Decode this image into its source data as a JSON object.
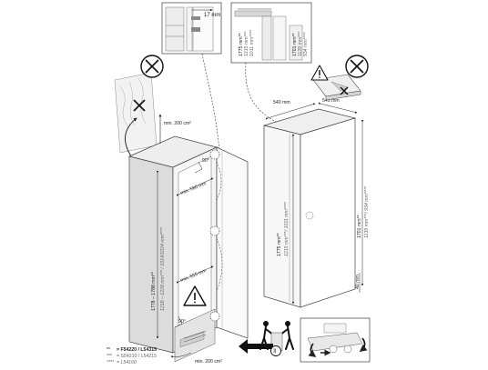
{
  "colors": {
    "line": "#333333",
    "wall": "#e9e9e9",
    "cabinet": "#dedede",
    "appliance": "#f4f4f4",
    "dim": "#222222",
    "icon": "#111111"
  },
  "top_detail_left": {
    "dim": "17 mm"
  },
  "top_detail_right": {
    "dim_a_main": "1775 mm**",
    "dim_a_sub1": "1215 mm***",
    "dim_a_sub2": "1011 mm****",
    "dim_b_main": "1701 mm**",
    "dim_b_sub1": "1139 mm***",
    "dim_b_sub2": "934 mm****"
  },
  "niche": {
    "ventilation_top": "min. 200 cm²",
    "ventilation_bottom": "min. 200 cm²",
    "width_upper": "min. 560 mm",
    "width_lower": "min. 555 mm",
    "angle_top": "90°",
    "angle_bottom": "90°",
    "height_main": "1778 – 1788 mm**",
    "height_sub": "1218 – 1228 mm*** / 1014/1024 mm****"
  },
  "appliance": {
    "width": "540 mm",
    "depth": "545 mm",
    "height_left_main": "1775 mm**",
    "height_left_sub": "1215 mm***/ 1011 mm****",
    "height_right_main": "1701 mm**",
    "height_right_sub": "1139 mm***/ 934 mm****",
    "bottom_gap": "40 mm"
  },
  "handling": {
    "step": "II"
  },
  "legend": [
    {
      "mark": "**",
      "text": "= F54220 / L54315"
    },
    {
      "mark": "***",
      "text": "= S54210 / L54215"
    },
    {
      "mark": "****",
      "text": "= L54160"
    }
  ]
}
